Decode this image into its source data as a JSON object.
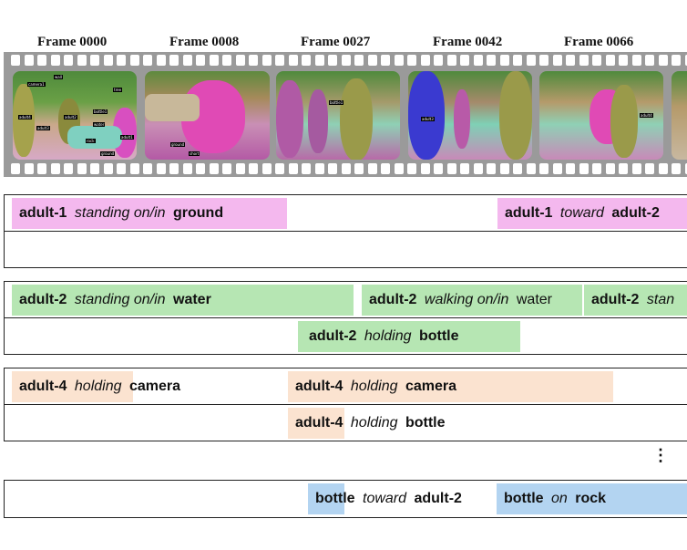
{
  "frames": [
    {
      "title": "Frame 0000",
      "tags": [
        "wall",
        "camera1",
        "tree",
        "adult4",
        "adult2",
        "bottle1",
        "adult3",
        "water",
        "rock",
        "adult1",
        "ground"
      ]
    },
    {
      "title": "Frame 0008",
      "tags": [
        "ground",
        "short"
      ]
    },
    {
      "title": "Frame 0027",
      "tags": [
        "bottle1"
      ]
    },
    {
      "title": "Frame 0042",
      "tags": [
        "adult3"
      ]
    },
    {
      "title": "Frame 0066",
      "tags": [
        "adult4"
      ]
    }
  ],
  "groups": [
    {
      "rows": [
        [
          {
            "color": "pink",
            "subj": "adult-1",
            "pred": "standing on/in",
            "obj": "ground"
          },
          {
            "color": "pink",
            "subj": "adult-1",
            "pred": "toward",
            "obj": "adult-2"
          }
        ],
        []
      ]
    },
    {
      "rows": [
        [
          {
            "color": "green",
            "subj": "adult-2",
            "pred": "standing on/in",
            "obj": "water"
          },
          {
            "color": "green",
            "subj": "adult-2",
            "pred": "walking on/in",
            "obj": "water"
          },
          {
            "color": "green",
            "subj": "adult-2",
            "pred": "stan",
            "obj": ""
          }
        ],
        [
          {
            "color": "green",
            "subj": "adult-2",
            "pred": "holding",
            "obj": "bottle"
          }
        ]
      ]
    },
    {
      "rows": [
        [
          {
            "color": "peach",
            "subj": "adult-4",
            "pred": "holding",
            "obj": "camera"
          },
          {
            "color": "peach",
            "subj": "adult-4",
            "pred": "holding",
            "obj": "camera"
          }
        ],
        [
          {
            "color": "peach",
            "subj": "adult-4",
            "pred": "holding",
            "obj": "bottle"
          }
        ]
      ]
    },
    {
      "rows": [
        [
          {
            "color": "blue",
            "subj": "bottle",
            "pred": "toward",
            "obj": "adult-2"
          },
          {
            "color": "blue",
            "subj": "bottle",
            "pred": "on",
            "obj": "rock"
          }
        ]
      ]
    }
  ],
  "ellipsis": "⋮"
}
